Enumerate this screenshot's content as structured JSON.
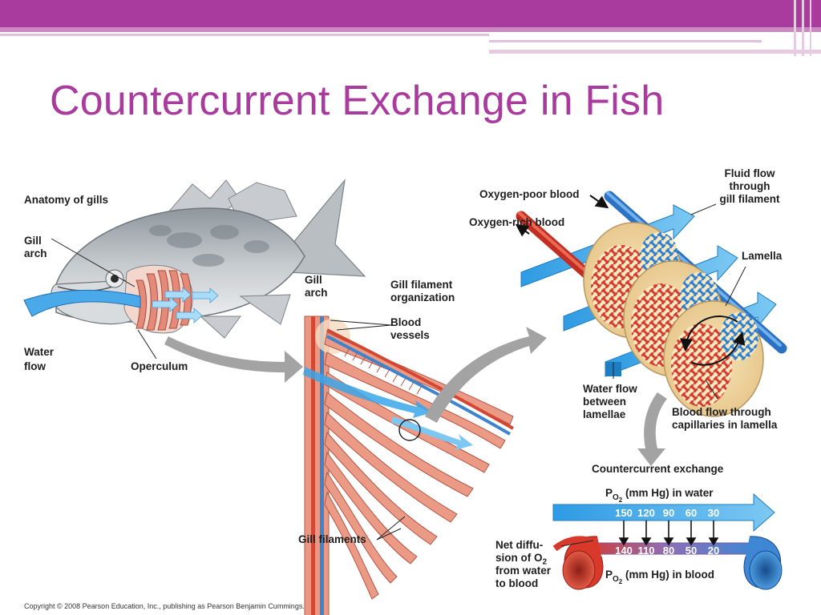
{
  "slide": {
    "title": "Countercurrent Exchange in Fish",
    "accent_color": "#a93a9e",
    "title_color": "#a93a9e"
  },
  "labels": {
    "anatomy_of_gills": "Anatomy of gills",
    "gill_arch_1": "Gill",
    "gill_arch_2": "arch",
    "water_flow_1": "Water",
    "water_flow_2": "flow",
    "operculum": "Operculum",
    "gill_arch_b1": "Gill",
    "gill_arch_b2": "arch",
    "gill_filament_org_1": "Gill filament",
    "gill_filament_org_2": "organization",
    "blood_vessels_1": "Blood",
    "blood_vessels_2": "vessels",
    "gill_filaments": "Gill filaments",
    "oxygen_poor_blood": "Oxygen-poor blood",
    "oxygen_rich_blood": "Oxygen-rich blood",
    "fluid_flow_1": "Fluid flow",
    "fluid_flow_2": "through",
    "fluid_flow_3": "gill filament",
    "lamella": "Lamella",
    "water_between_1": "Water flow",
    "water_between_2": "between",
    "water_between_3": "lamellae",
    "blood_capillaries_1": "Blood flow through",
    "blood_capillaries_2": "capillaries in lamella",
    "countercurrent_exchange": "Countercurrent exchange",
    "po2_water_p": "P",
    "po2_water_sub": "O",
    "po2_water_sub2": "2",
    "po2_water_rest": " (mm Hg) in water",
    "po2_blood_p": "P",
    "po2_blood_sub": "O",
    "po2_blood_sub2": "2",
    "po2_blood_rest": " (mm Hg) in blood",
    "net_diff_1": "Net diffu-",
    "net_diff_2a": "sion of O",
    "net_diff_2b": "2",
    "net_diff_3": "from water",
    "net_diff_4": "to blood"
  },
  "exchange": {
    "water_po2": [
      "150",
      "120",
      "90",
      "60",
      "30"
    ],
    "blood_po2": [
      "140",
      "110",
      "80",
      "50",
      "20"
    ]
  },
  "colors": {
    "water_blue": "#3aa6e8",
    "blood_red": "#d8392b",
    "blood_blue": "#2f7fd0",
    "gill_pink": "#e48a78",
    "arrow_gray": "#9e9e9e"
  },
  "footer": {
    "copyright": "Copyright © 2008 Pearson Education, Inc., publishing as Pearson Benjamin Cummings."
  }
}
